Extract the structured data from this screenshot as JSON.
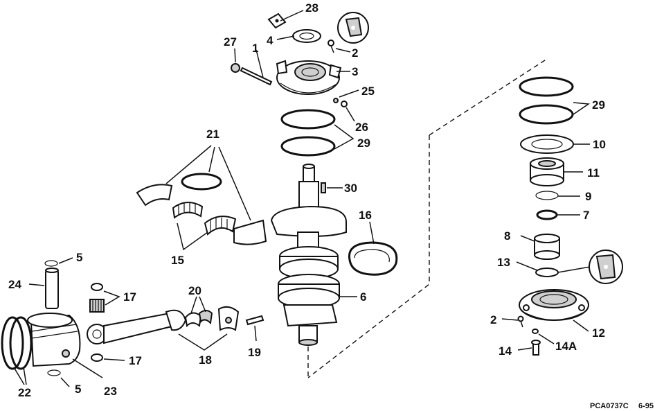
{
  "callouts": [
    {
      "id": "c28",
      "text": "28"
    },
    {
      "id": "c4",
      "text": "4"
    },
    {
      "id": "c27",
      "text": "27"
    },
    {
      "id": "c1",
      "text": "1"
    },
    {
      "id": "c2a",
      "text": "2"
    },
    {
      "id": "c3",
      "text": "3"
    },
    {
      "id": "c25",
      "text": "25"
    },
    {
      "id": "c26",
      "text": "26"
    },
    {
      "id": "c29a",
      "text": "29"
    },
    {
      "id": "c21",
      "text": "21"
    },
    {
      "id": "c30",
      "text": "30"
    },
    {
      "id": "c16",
      "text": "16"
    },
    {
      "id": "c15",
      "text": "15"
    },
    {
      "id": "c5a",
      "text": "5"
    },
    {
      "id": "c24",
      "text": "24"
    },
    {
      "id": "c17a",
      "text": "17"
    },
    {
      "id": "c20",
      "text": "20"
    },
    {
      "id": "c6",
      "text": "6"
    },
    {
      "id": "c29b",
      "text": "29"
    },
    {
      "id": "c10",
      "text": "10"
    },
    {
      "id": "c11",
      "text": "11"
    },
    {
      "id": "c9",
      "text": "9"
    },
    {
      "id": "c7",
      "text": "7"
    },
    {
      "id": "c8",
      "text": "8"
    },
    {
      "id": "c13",
      "text": "13"
    },
    {
      "id": "c2b",
      "text": "2"
    },
    {
      "id": "c12",
      "text": "12"
    },
    {
      "id": "c14",
      "text": "14"
    },
    {
      "id": "c14a",
      "text": "14A"
    },
    {
      "id": "c19",
      "text": "19"
    },
    {
      "id": "c18",
      "text": "18"
    },
    {
      "id": "c17b",
      "text": "17"
    },
    {
      "id": "c22",
      "text": "22"
    },
    {
      "id": "c5b",
      "text": "5"
    },
    {
      "id": "c23",
      "text": "23"
    }
  ],
  "footer": {
    "drawing_code": "PCA0737C",
    "date_code": "6-95"
  }
}
